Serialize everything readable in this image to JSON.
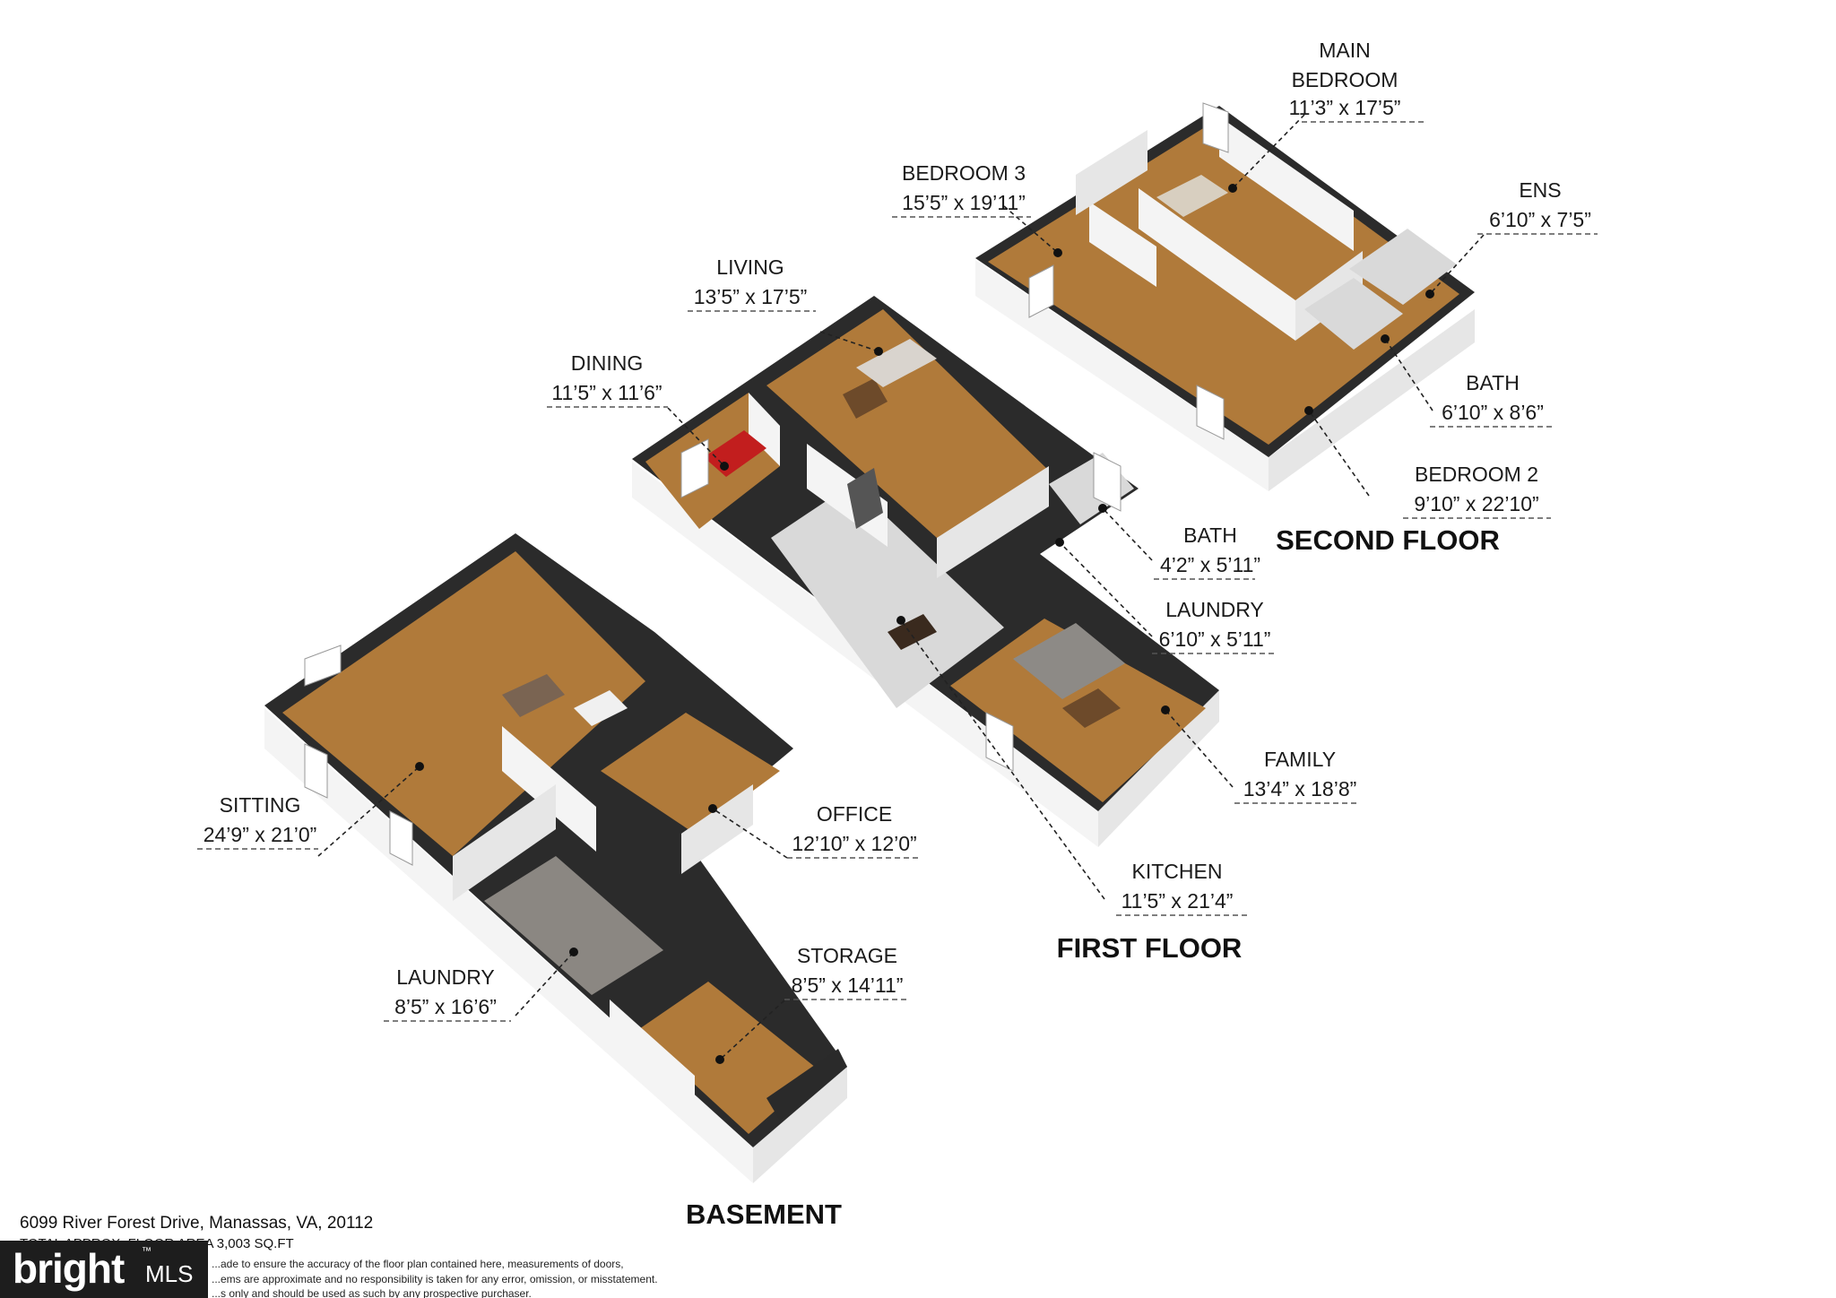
{
  "floors": {
    "second": "SECOND FLOOR",
    "first": "FIRST FLOOR",
    "basement": "BASEMENT"
  },
  "rooms": {
    "main_bedroom": {
      "name_line1": "MAIN",
      "name_line2": "BEDROOM",
      "size": "11’3” x 17’5”"
    },
    "bedroom3": {
      "name": "BEDROOM 3",
      "size": "15’5” x 19’11”"
    },
    "ens": {
      "name": "ENS",
      "size": "6’10” x 7’5”"
    },
    "bath_second": {
      "name": "BATH",
      "size": "6’10” x 8’6”"
    },
    "bedroom2": {
      "name": "BEDROOM 2",
      "size": "9’10” x 22’10”"
    },
    "living": {
      "name": "LIVING",
      "size": "13’5” x 17’5”"
    },
    "dining": {
      "name": "DINING",
      "size": "11’5” x 11’6”"
    },
    "bath_first": {
      "name": "BATH",
      "size": "4’2” x 5’11”"
    },
    "laundry_first": {
      "name": "LAUNDRY",
      "size": "6’10” x 5’11”"
    },
    "family": {
      "name": "FAMILY",
      "size": "13’4” x 18’8”"
    },
    "kitchen": {
      "name": "KITCHEN",
      "size": "11’5” x 21’4”"
    },
    "sitting": {
      "name": "SITTING",
      "size": "24’9” x 21’0”"
    },
    "office": {
      "name": "OFFICE",
      "size": "12’10” x 12’0”"
    },
    "storage": {
      "name": "STORAGE",
      "size": "8’5” x 14’11”"
    },
    "laundry_basement": {
      "name": "LAUNDRY",
      "size": "8’5” x 16’6”"
    }
  },
  "footer": {
    "address": "6099 River Forest Drive, Manassas, VA, 20112",
    "total_area": "TOTAL APPROX. FLOOR AREA 3,003 SQ.FT",
    "disclaimer_line1": "...ade to ensure the accuracy of the floor plan contained here, measurements of doors,",
    "disclaimer_line2": "...ems are approximate and no responsibility is taken for any error, omission, or misstatement.",
    "disclaimer_line3": "...s only and should be used as such by any prospective purchaser."
  },
  "logo": {
    "text": "bright",
    "suffix": "MLS",
    "trademark": "™"
  },
  "colors": {
    "wood_floor": "#b07a3a",
    "wall": "#2b2b2b",
    "tile_floor": "#d9d9d9",
    "logo_bg": "#1d1d1d"
  }
}
